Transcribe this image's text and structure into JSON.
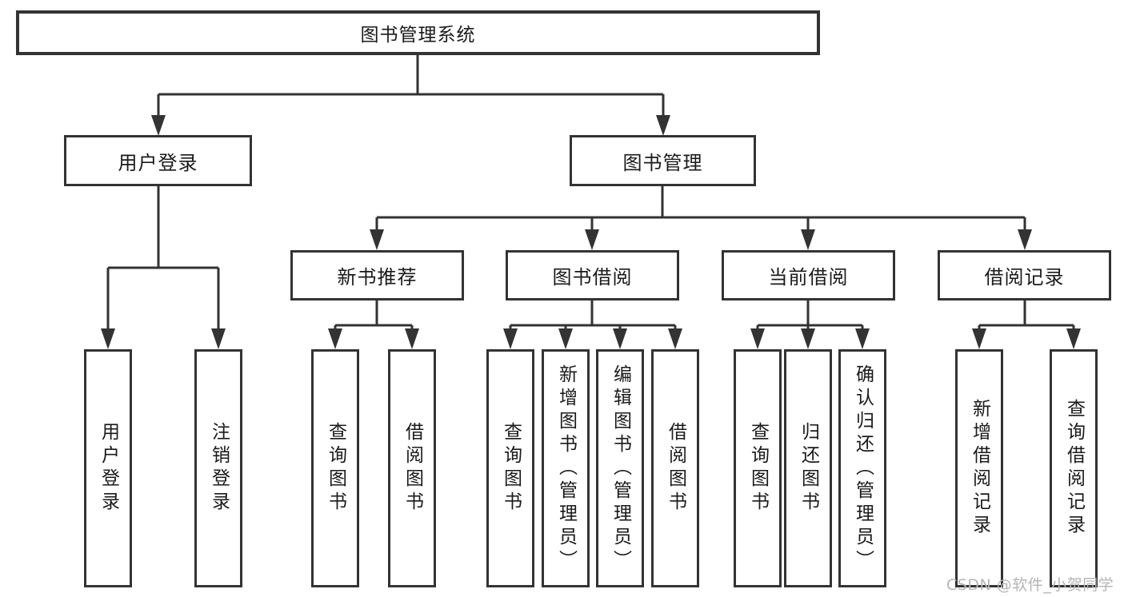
{
  "diagram": {
    "root": {
      "label": "图书管理系统"
    },
    "level2": [
      {
        "label": "用户登录"
      },
      {
        "label": "图书管理"
      }
    ],
    "level3": [
      {
        "label": "新书推荐"
      },
      {
        "label": "图书借阅"
      },
      {
        "label": "当前借阅"
      },
      {
        "label": "借阅记录"
      }
    ],
    "leaves": {
      "user_login": [
        "用户登录",
        "注销登录"
      ],
      "new_books": [
        "查询图书",
        "借阅图书"
      ],
      "book_borrow": [
        "查询图书",
        "新增图书（管理员）",
        "编辑图书（管理员）",
        "借阅图书"
      ],
      "current_borrow": [
        "查询图书",
        "归还图书",
        "确认归还（管理员）"
      ],
      "borrow_records": [
        "新增借阅记录",
        "查询借阅记录"
      ]
    },
    "watermark": "CSDN @软件_小贺同学",
    "colors": {
      "line": "#333333",
      "text": "#1a1a1a",
      "background": "#ffffff",
      "watermark": "#b5b5b5"
    }
  }
}
